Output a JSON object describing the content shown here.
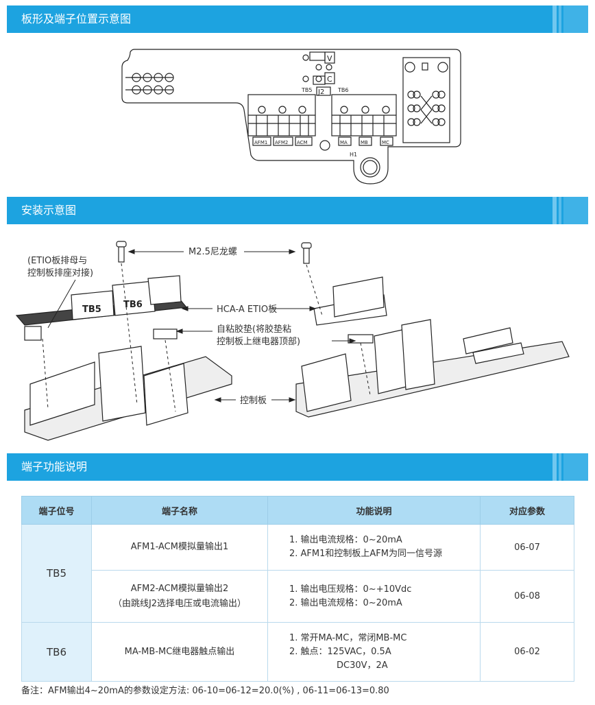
{
  "sections": {
    "board_layout": "板形及端子位置示意图",
    "install": "安装示意图",
    "terminal_func": "端子功能说明"
  },
  "board": {
    "v": "V",
    "c": "C",
    "j2": "J2",
    "tb5": "TB5",
    "tb6": "TB6",
    "h1": "H1",
    "terminals_tb5": [
      "AFM1",
      "AFM2",
      "ACM"
    ],
    "terminals_tb6": [
      "MA",
      "MB",
      "MC"
    ]
  },
  "install": {
    "callout_etio": "(ETIO板排母与",
    "callout_etio2": "控制板排座对接)",
    "callout_screw": "M2.5尼龙螺",
    "callout_hca": "HCA-A ETIO板",
    "callout_pad1": "自粘胶垫(将胶垫粘",
    "callout_pad2": "控制板上继电器顶部)",
    "callout_ctrl": "控制板",
    "label_tb5": "TB5",
    "label_tb6": "TB6"
  },
  "table": {
    "headers": [
      "端子位号",
      "端子名称",
      "功能说明",
      "对应参数"
    ],
    "tb5": "TB5",
    "tb6": "TB6",
    "rows": [
      {
        "name": "AFM1-ACM模拟量输出1",
        "name2": "",
        "func1": "1. 输出电流规格：0~20mA",
        "func2": "2. AFM1和控制板上AFM为同一信号源",
        "func3": "",
        "param": "06-07"
      },
      {
        "name": "AFM2-ACM模拟量输出2",
        "name2": "（由跳线J2选择电压或电流输出）",
        "func1": "1. 输出电压规格：0~+10Vdc",
        "func2": "2. 输出电流规格：0~20mA",
        "func3": "",
        "param": "06-08"
      },
      {
        "name": "MA-MB-MC继电器触点输出",
        "name2": "",
        "func1": "1. 常开MA-MC，常闭MB-MC",
        "func2": "2. 触点：125VAC，0.5A",
        "func3": "DC30V，2A",
        "param": "06-02"
      }
    ]
  },
  "note": "备注：AFM输出4~20mA的参数设定方法: 06-10=06-12=20.0(%) , 06-11=06-13=0.80",
  "colors": {
    "section_bar": "#1da3e0",
    "table_header": "#aedcf4",
    "tb_cell": "#dff1fb"
  }
}
